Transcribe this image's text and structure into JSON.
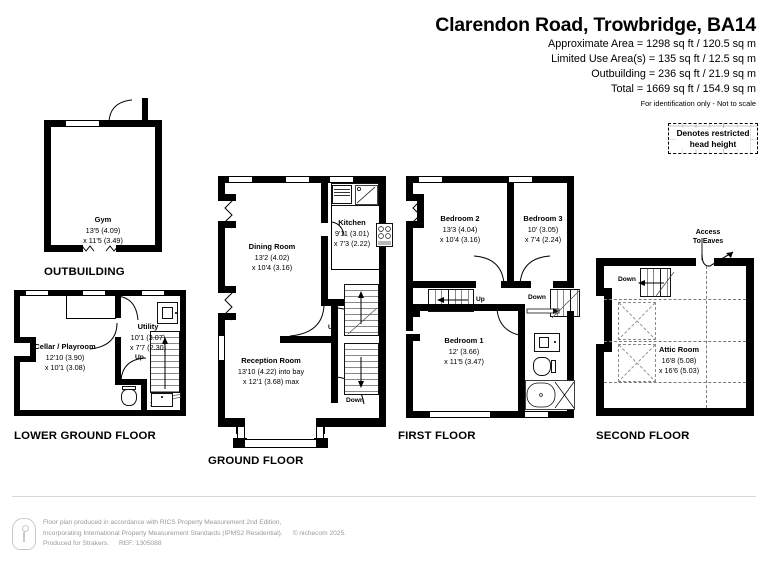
{
  "header": {
    "title": "Clarendon Road, Trowbridge, BA14",
    "lines": [
      "Approximate Area = 1298 sq ft / 120.5 sq m",
      "Limited Use Area(s) = 135 sq ft / 12.5 sq m",
      "Outbuilding = 236 sq ft / 21.9 sq m",
      "Total = 1669 sq ft / 154.9 sq m"
    ],
    "note": "For identification only - Not to scale"
  },
  "key": {
    "line1": "Denotes restricted",
    "line2": "head height"
  },
  "floors": {
    "outbuilding": {
      "title": "OUTBUILDING",
      "rooms": [
        {
          "name": "Gym",
          "dim1": "13'5 (4.09)",
          "dim2": "x 11'5 (3.49)"
        }
      ]
    },
    "lower_ground": {
      "title": "LOWER GROUND FLOOR",
      "rooms": [
        {
          "name": "Cellar / Playroom",
          "dim1": "12'10 (3.90)",
          "dim2": "x 10'1 (3.08)"
        },
        {
          "name": "Utility",
          "dim1": "10'1 (3.07)",
          "dim2": "x 7'7 (2.30)"
        }
      ],
      "stair_labels": [
        "Up"
      ]
    },
    "ground": {
      "title": "GROUND FLOOR",
      "rooms": [
        {
          "name": "Dining Room",
          "dim1": "13'2 (4.02)",
          "dim2": "x 10'4 (3.16)"
        },
        {
          "name": "Kitchen",
          "dim1": "9'11 (3.01)",
          "dim2": "x 7'3 (2.22)"
        },
        {
          "name": "Reception Room",
          "dim1": "13'10 (4.22) into bay",
          "dim2": "x 12'1 (3.68) max"
        }
      ],
      "stair_labels": [
        "Up",
        "Down"
      ]
    },
    "first": {
      "title": "FIRST FLOOR",
      "rooms": [
        {
          "name": "Bedroom 2",
          "dim1": "13'3 (4.04)",
          "dim2": "x 10'4 (3.16)"
        },
        {
          "name": "Bedroom 3",
          "dim1": "10' (3.05)",
          "dim2": "x 7'4 (2.24)"
        },
        {
          "name": "Bedroom 1",
          "dim1": "12' (3.66)",
          "dim2": "x 11'5 (3.47)"
        }
      ],
      "stair_labels": [
        "Up",
        "Down"
      ]
    },
    "second": {
      "title": "SECOND FLOOR",
      "rooms": [
        {
          "name": "Attic Room",
          "dim1": "16'8 (5.08)",
          "dim2": "x 16'6 (5.03)"
        }
      ],
      "stair_labels": [
        "Down"
      ],
      "annotation": {
        "line1": "Access",
        "line2": "To Eaves"
      }
    }
  },
  "footer": {
    "line1": "Floor plan produced in accordance with RICS Property Measurement 2nd Edition,",
    "line2a": "Incorporating International Property Measurement Standards (IPMS2 Residential).",
    "line2b": "© nichecom 2025.",
    "line3a": "Produced for Strakers.",
    "line3b": "REF: 1305088"
  }
}
